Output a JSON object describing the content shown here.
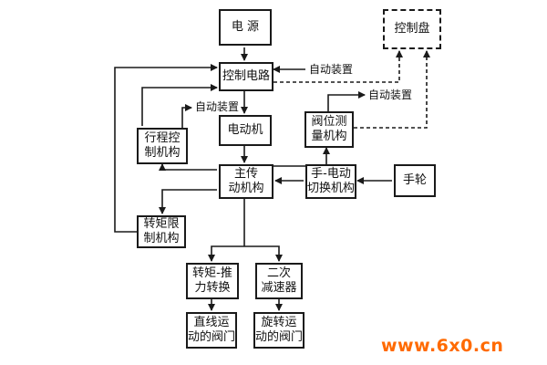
{
  "diagram": {
    "nodes": {
      "power": "电 源",
      "control_panel": "控制盘",
      "control_circuit": "控制电路",
      "travel_control": "行程控\n制机构",
      "motor": "电动机",
      "valve_position": "阀位测\n量机构",
      "main_drive": "主传\n动机构",
      "manual_switch": "手-电动\n切换机构",
      "handwheel": "手轮",
      "torque_limit": "转矩限\n制机构",
      "torque_thrust": "转矩-推\n力转换",
      "secondary_reducer": "二次\n减速器",
      "linear_valve": "直线运\n动的阀门",
      "rotary_valve": "旋转运\n动的阀门"
    },
    "labels": {
      "auto_1": "自动装置",
      "auto_2": "自动装置",
      "auto_3": "自动装置"
    },
    "line_color": "#1a1a1a"
  },
  "watermark": {
    "text": "www.6x0.cn",
    "color": "#ff6a00"
  }
}
